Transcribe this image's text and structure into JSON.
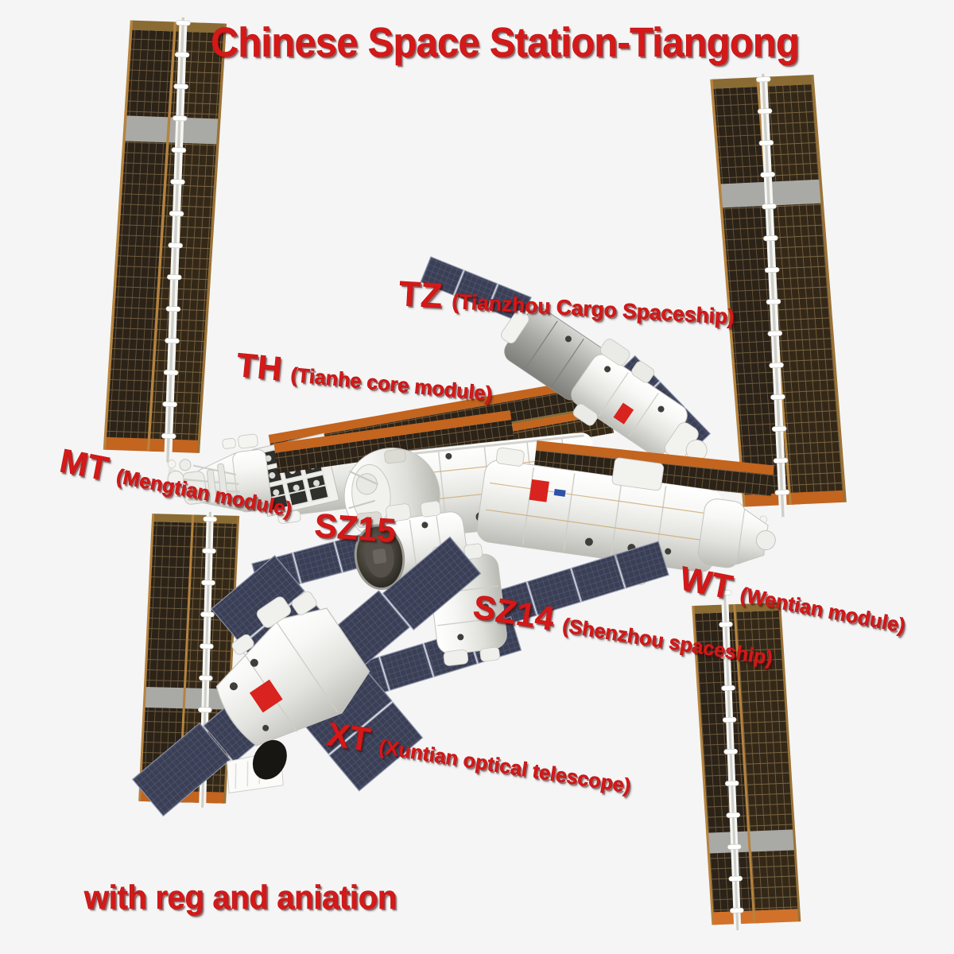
{
  "image": {
    "title": "Chinese Space Station-Tiangong",
    "footer_note": "with reg and aniation",
    "background_color": "#f5f5f5",
    "label_color": "#d51919",
    "subject": "3D render of the Chinese Space Station Tiangong with labelled modules"
  },
  "labels": [
    {
      "id": "TZ",
      "abbr": "TZ",
      "full": "(Tianzhou Cargo Spaceship)"
    },
    {
      "id": "TH",
      "abbr": "TH",
      "full": "(Tianhe core module)"
    },
    {
      "id": "MT",
      "abbr": "MT",
      "full": "(Mengtian module)"
    },
    {
      "id": "SZ15",
      "abbr": "SZ15",
      "full": ""
    },
    {
      "id": "SZ14",
      "abbr": "SZ14",
      "full": "(Shenzhou spaceship)"
    },
    {
      "id": "WT",
      "abbr": "WT",
      "full": "(Wentian module)"
    },
    {
      "id": "XT",
      "abbr": "XT",
      "full": "(Xuntian optical telescope)"
    }
  ],
  "colors": {
    "solar_array_cell": "#2b2218",
    "solar_array_frame": "#b5833f",
    "solar_array_end_orange": "#c3641f",
    "solar_array_band_gray": "#a9a9a5",
    "shenzhou_panel": "#3a3f55",
    "module_white": "#f2f2f0",
    "module_shadow": "#c9c9c5",
    "module_gray": "#9d9d9a",
    "flag_red": "#d8231f"
  }
}
